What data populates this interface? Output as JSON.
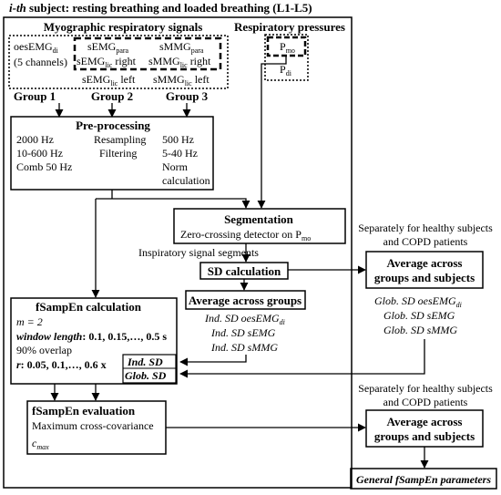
{
  "title": {
    "prefix": "i-th",
    "rest": " subject: resting breathing and loaded breathing (L1-L5)"
  },
  "myographic": {
    "heading": "Myographic respiratory signals",
    "oes_line1": "oesEMG",
    "oes_line1_sub": "di",
    "oes_line2": "(5 channels)",
    "semg_para": "sEMG",
    "semg_para_sub": "para",
    "smmg_para": "sMMG",
    "smmg_para_sub": "para",
    "semg_lic_right": "sEMG",
    "semg_lic_right_sub": "lic",
    "semg_lic_right_rest": " right",
    "smmg_lic_right": "sMMG",
    "smmg_lic_right_sub": "lic",
    "smmg_lic_right_rest": " right",
    "semg_lic_left": "sEMG",
    "semg_lic_left_sub": "lic",
    "semg_lic_left_rest": " left",
    "smmg_lic_left": "sMMG",
    "smmg_lic_left_sub": "lic",
    "smmg_lic_left_rest": " left",
    "group1": "Group 1",
    "group2": "Group 2",
    "group3": "Group 3"
  },
  "pressures": {
    "heading": "Respiratory pressures",
    "pmo": "P",
    "pmo_sub": "mo",
    "pdi": "P",
    "pdi_sub": "di"
  },
  "preprocessing": {
    "title": "Pre-processing",
    "c1": [
      "2000 Hz",
      "10-600 Hz",
      "Comb 50 Hz"
    ],
    "c2": [
      "Resampling",
      "Filtering"
    ],
    "c3": [
      "500 Hz",
      "5-40 Hz",
      "Norm",
      "calculation"
    ]
  },
  "segmentation": {
    "title": "Segmentation",
    "desc": "Zero-crossing detector on P",
    "desc_sub": "mo"
  },
  "inspiratory_label": "Inspiratory signal segments",
  "sd_calc": "SD calculation",
  "avg_groups": {
    "title": "Average across groups",
    "l1": "Ind. SD oesEMG",
    "l1_sub": "di",
    "l2": "Ind. SD sEMG",
    "l3": "Ind. SD sMMG"
  },
  "right_top": {
    "note1": "Separately for healthy subjects",
    "note2": "and COPD patients",
    "box1": "Average across",
    "box2": "groups and subjects",
    "l1": "Glob. SD oesEMG",
    "l1_sub": "di",
    "l2": "Glob. SD sEMG",
    "l3": "Glob. SD sMMG"
  },
  "fsampen_calc": {
    "title": "fSampEn calculation",
    "m": "m = 2",
    "wl_label": "window length",
    "wl_rest": ": 0.1, 0.15,…, 0.5 s",
    "overlap": "90% overlap",
    "r_label": "r",
    "r_rest": ": 0.05, 0.1,…, 0.6 x",
    "ind_sd": "Ind. SD",
    "glob_sd": "Glob. SD"
  },
  "fsampen_eval": {
    "title": "fSampEn evaluation",
    "desc": "Maximum cross-covariance",
    "cmax": "c",
    "cmax_sub": "max"
  },
  "right_bottom": {
    "note1": "Separately for healthy subjects",
    "note2": "and COPD patients",
    "box1": "Average across",
    "box2": "groups and subjects",
    "general": "General fSampEn parameters"
  }
}
